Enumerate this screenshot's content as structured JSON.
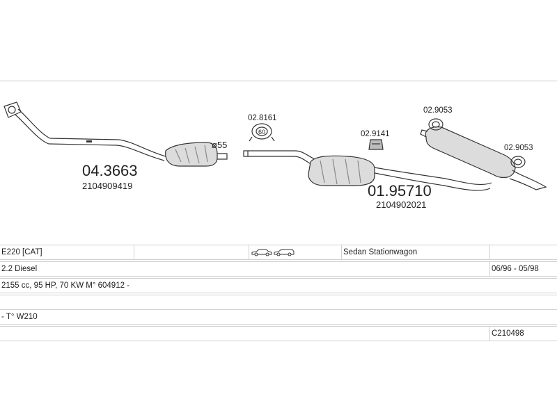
{
  "parts": {
    "front_pipe_code": "04.3663",
    "front_pipe_oe": "2104909419",
    "diameter_label": "ø55",
    "mount_a_code": "02.8161",
    "mount_a_size": "60",
    "clamp_code": "02.9141",
    "hanger_1_code": "02.9053",
    "hanger_2_code": "02.9053",
    "rear_code": "01.95710",
    "rear_oe": "2104902021"
  },
  "spec": {
    "model": "E220  [CAT]",
    "body": "Sedan Stationwagon",
    "engine": "2.2 Diesel",
    "years": "06/96 - 05/98",
    "details": "2155 cc, 95 HP, 70 KW  M° 604912 -",
    "type": "- T° W210",
    "catalog": "C210498"
  },
  "colors": {
    "line": "#333333",
    "fill": "#d9d9d9",
    "shade": "#9a9a9a"
  }
}
